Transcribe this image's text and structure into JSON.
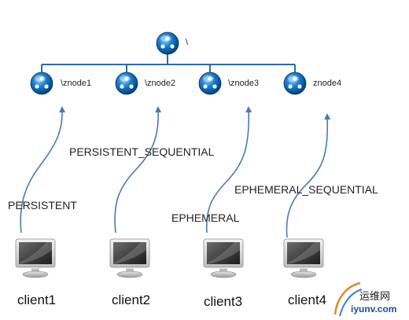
{
  "root": {
    "label": "\\",
    "icon": "node-orb-icon"
  },
  "znodes": [
    {
      "label": "\\znode1",
      "icon": "node-orb-icon"
    },
    {
      "label": "\\znode2",
      "icon": "node-orb-icon"
    },
    {
      "label": "\\znode3",
      "icon": "node-orb-icon"
    },
    {
      "label": "znode4",
      "icon": "node-orb-icon"
    }
  ],
  "modes": [
    "PERSISTENT",
    "PERSISTENT_SEQUENTIAL",
    "EPHEMERAL",
    "EPHEMERAL_SEQUENTIAL"
  ],
  "clients": [
    {
      "label": "client1",
      "icon": "monitor-icon"
    },
    {
      "label": "client2",
      "icon": "monitor-icon"
    },
    {
      "label": "client3",
      "icon": "monitor-icon"
    },
    {
      "label": "client4",
      "icon": "monitor-icon"
    }
  ],
  "watermark": {
    "cn": "运维网",
    "en": "iyunv.com"
  },
  "colors": {
    "connector": "#2b6aa6",
    "arrow": "#4a7ab5",
    "orb": "#1a7fd0",
    "watermark_accent": "#1a4e9a"
  }
}
